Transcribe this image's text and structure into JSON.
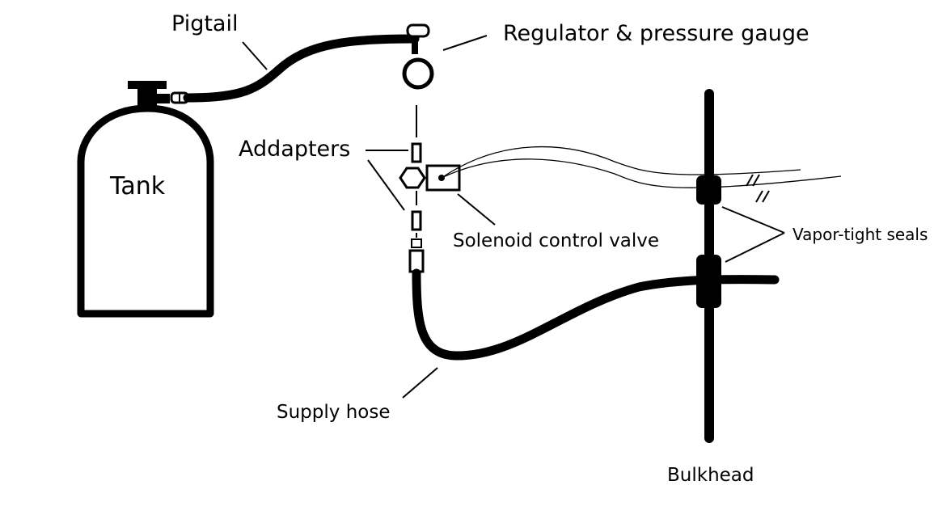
{
  "labels": {
    "pigtail": "Pigtail",
    "regulator": "Regulator & pressure gauge",
    "tank": "Tank",
    "adapters": "Addapters",
    "solenoid": "Solenoid control valve",
    "vapor_seals": "Vapor-tight seals",
    "supply_hose": "Supply hose",
    "bulkhead": "Bulkhead"
  },
  "colors": {
    "ink": "#000000",
    "background": "#ffffff"
  }
}
